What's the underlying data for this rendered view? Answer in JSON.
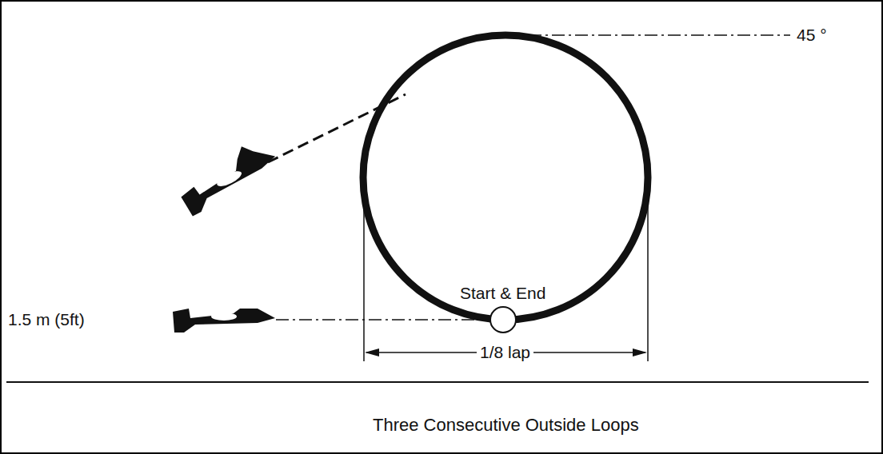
{
  "diagram": {
    "caption": "Three Consecutive Outside Loops",
    "labels": [
      "45 °",
      "Start & End",
      "1.5 m (5ft)",
      "1/8 lap"
    ]
  }
}
